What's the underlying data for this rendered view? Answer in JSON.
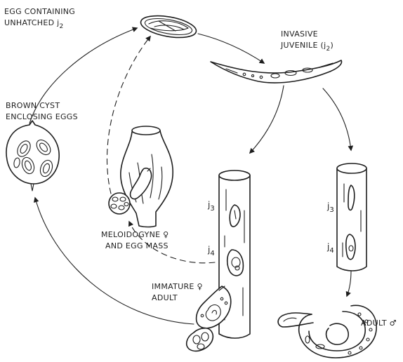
{
  "labels": {
    "egg_line1": "EGG CONTAINING",
    "egg_line2": "UNHATCHED j",
    "egg_sub": "2",
    "invasive_line1": "INVASIVE",
    "invasive_line2": "JUVENILE (j",
    "invasive_sub": "2",
    "invasive_close": ")",
    "cyst_line1": "BROWN CYST",
    "cyst_line2": "ENCLOSING EGGS",
    "meloidogyne_line1": "MELOIDOGYNE ♀",
    "meloidogyne_line2": "AND EGG MASS",
    "immature_line1": "IMMATURE ♀",
    "immature_line2": "ADULT",
    "adult_male": "ADULT ♂",
    "root_center_j3": "j",
    "root_center_j3_sub": "3",
    "root_center_j4": "j",
    "root_center_j4_sub": "4",
    "root_right_j3": "j",
    "root_right_j3_sub": "3",
    "root_right_j4": "j",
    "root_right_j4_sub": "4"
  }
}
